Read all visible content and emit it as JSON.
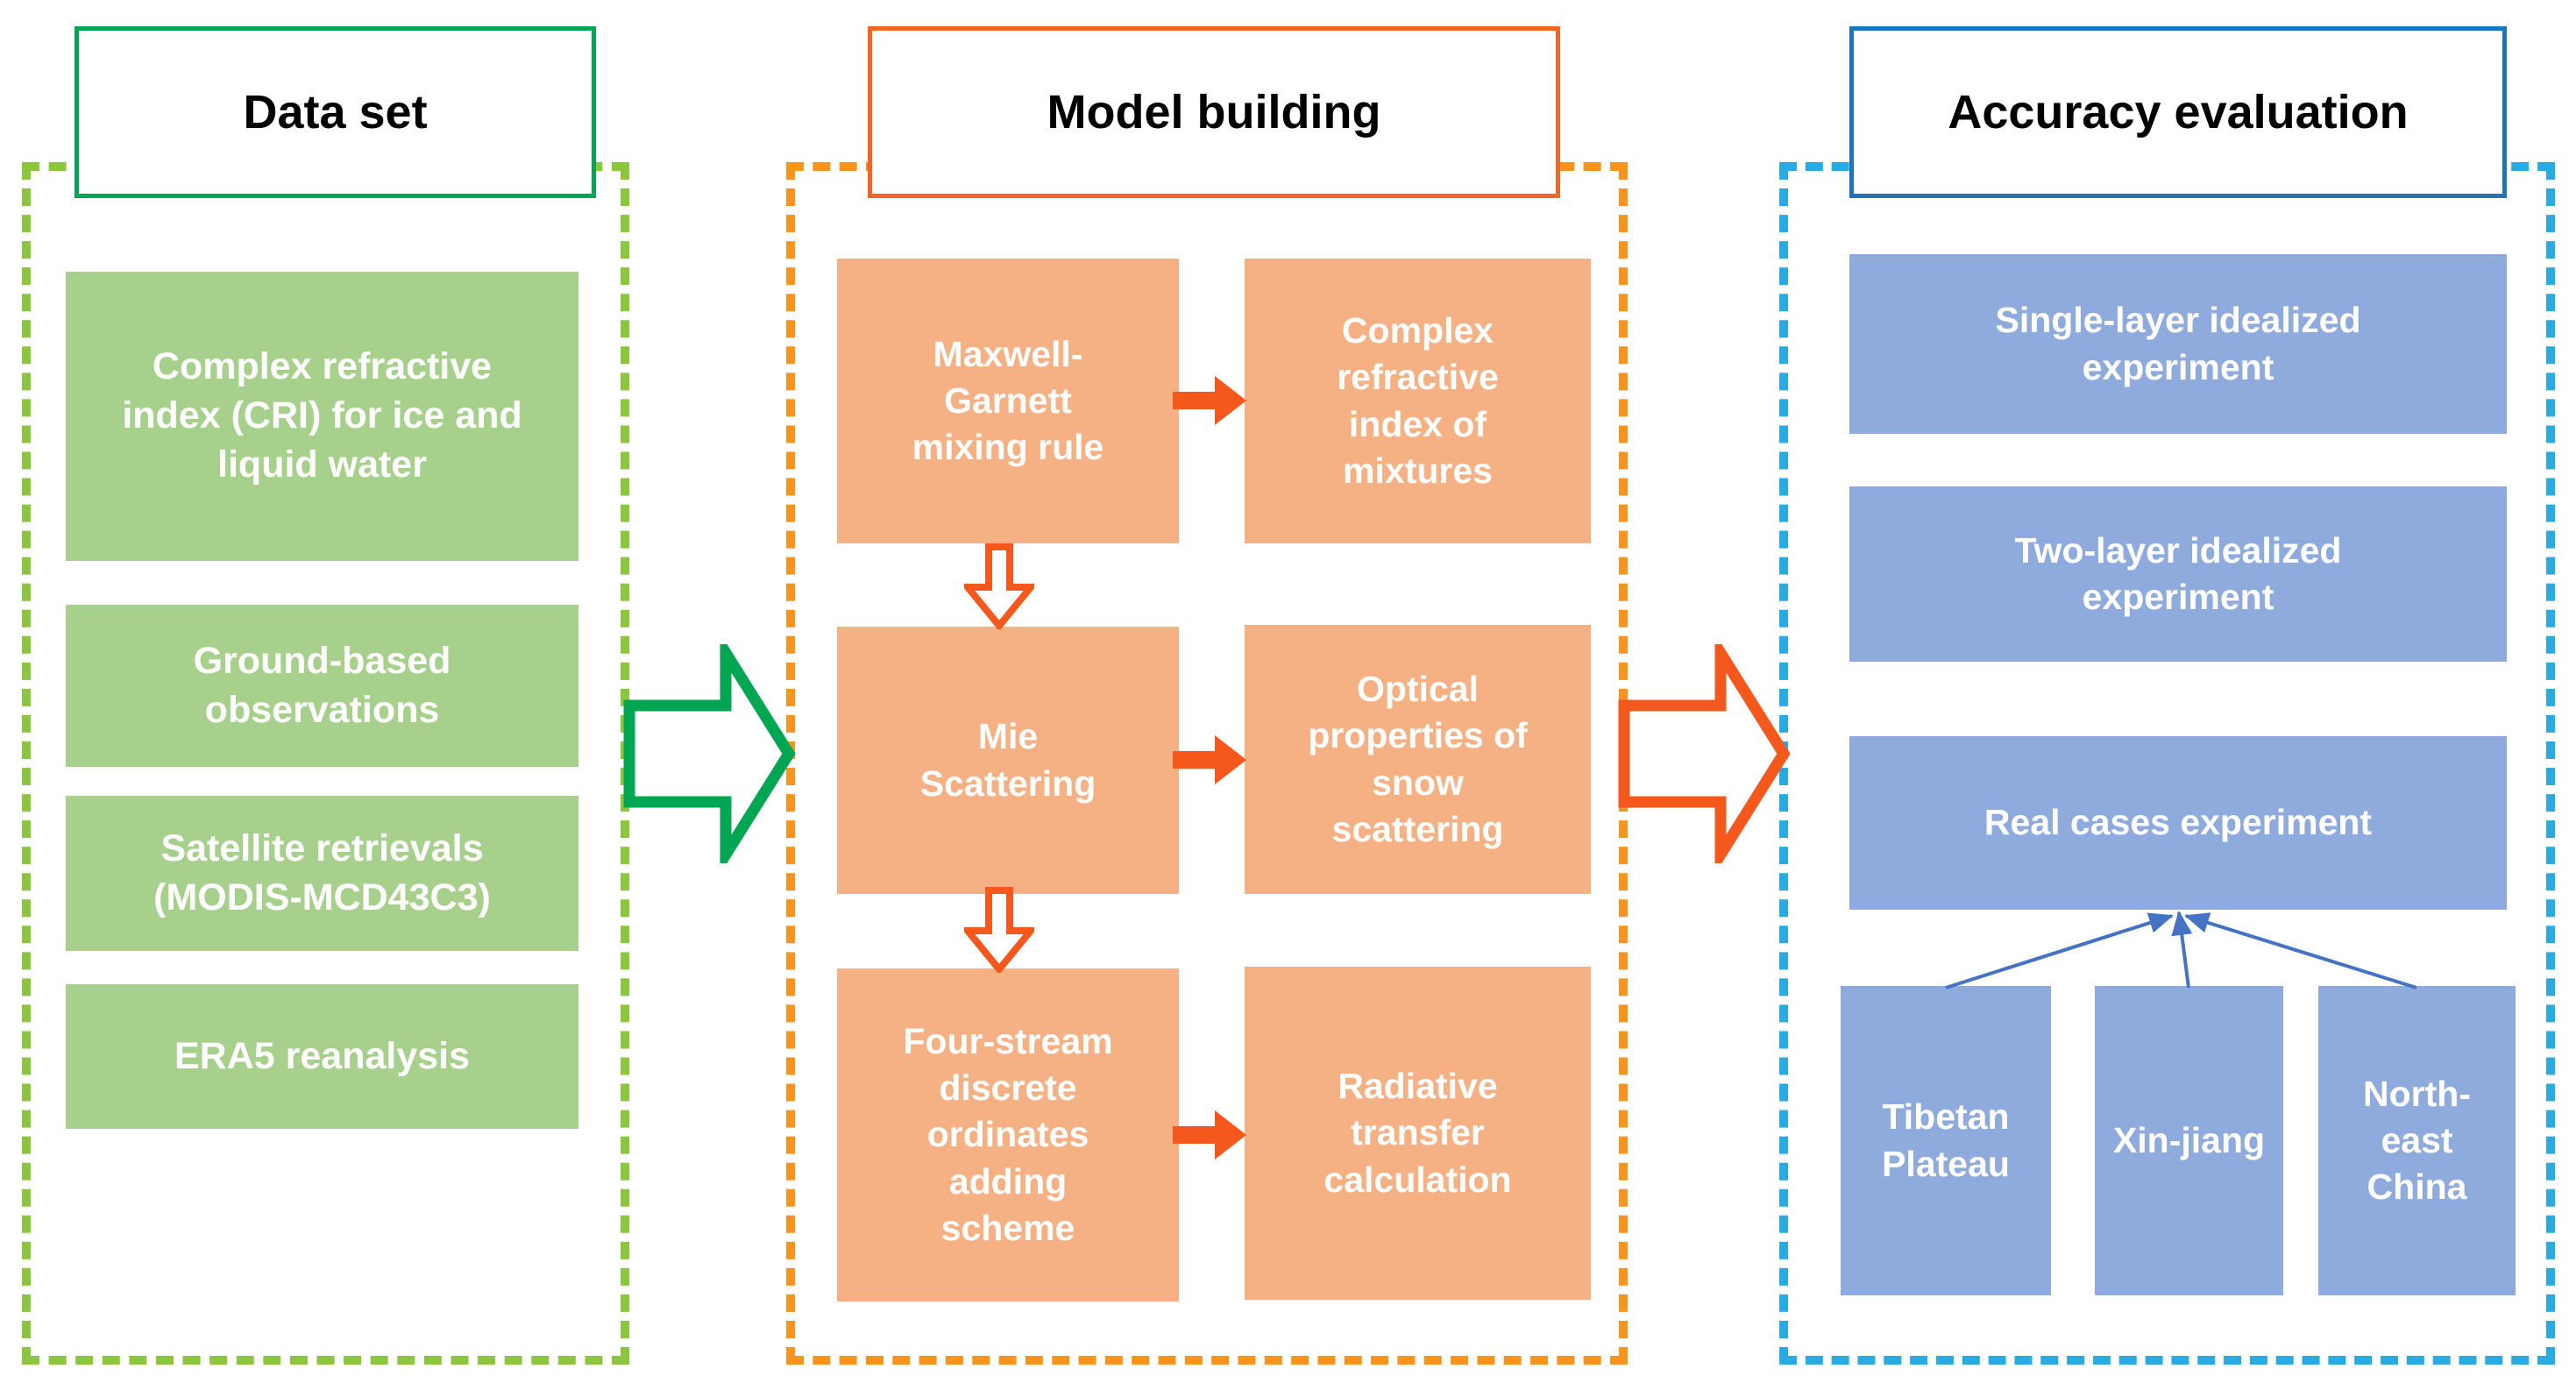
{
  "panels": {
    "dataset": {
      "title": "Data set",
      "boxes": [
        "Complex refractive index (CRI) for ice and liquid water",
        "Ground-based observations",
        "Satellite retrievals (MODIS-MCD43C3)",
        "ERA5 reanalysis"
      ]
    },
    "model": {
      "title": "Model building",
      "rows": [
        {
          "method": "Maxwell-Garnett mixing rule",
          "output": "Complex refractive index of mixtures"
        },
        {
          "method": "Mie Scattering",
          "output": "Optical properties of snow scattering"
        },
        {
          "method": "Four-stream discrete ordinates adding scheme",
          "output": "Radiative transfer calculation"
        }
      ]
    },
    "evaluation": {
      "title": "Accuracy evaluation",
      "experiments": [
        "Single-layer idealized experiment",
        "Two-layer idealized experiment",
        "Real cases experiment"
      ],
      "regions": [
        "Tibetan Plateau",
        "Xin-jiang",
        "North-east China"
      ]
    }
  },
  "colors": {
    "green_dash": "#8CC63F",
    "green_title_border": "#00A651",
    "green_box_fill": "#A8D08D",
    "green_block_arrow": "#00A651",
    "orange_dash": "#F7941E",
    "orange_title_border": "#F26522",
    "orange_box_fill": "#F5B183",
    "orange_arrow": "#F4581D",
    "blue_dash": "#29ABE2",
    "blue_title_border": "#1E74BB",
    "blue_box_fill": "#8FAADC",
    "connector_line": "#4472C4",
    "box_text": "#FFFFFF",
    "title_text": "#000000"
  }
}
